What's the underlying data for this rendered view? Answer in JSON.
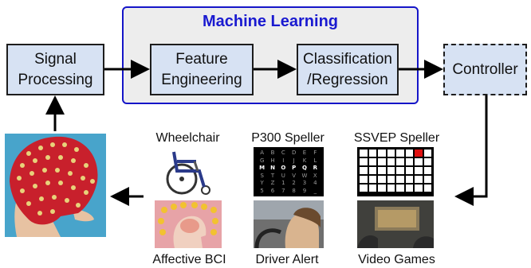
{
  "diagram": {
    "ml_group_title": "Machine Learning",
    "boxes": {
      "signal_processing": "Signal\nProcessing",
      "feature_engineering": "Feature\nEngineering",
      "classification": "Classification\n/Regression",
      "controller": "Controller"
    },
    "applications": {
      "wheelchair": "Wheelchair",
      "p300_speller": "P300 Speller",
      "ssvep_speller": "SSVEP Speller",
      "affective_bci": "Affective BCI",
      "driver_alert": "Driver Alert",
      "video_games": "Video Games"
    },
    "p300_grid": [
      [
        "A",
        "B",
        "C",
        "D",
        "E",
        "F"
      ],
      [
        "G",
        "H",
        "I",
        "J",
        "K",
        "L"
      ],
      [
        "M",
        "N",
        "O",
        "P",
        "Q",
        "R"
      ],
      [
        "S",
        "T",
        "U",
        "V",
        "W",
        "X"
      ],
      [
        "Y",
        "Z",
        "1",
        "2",
        "3",
        "4"
      ],
      [
        "5",
        "6",
        "7",
        "8",
        "9",
        "_"
      ]
    ],
    "colors": {
      "ml_border": "#1515c8",
      "ml_title": "#1a1ad0",
      "box_fill": "#d7e2f3",
      "ssvep_highlight": "#e01010"
    }
  }
}
